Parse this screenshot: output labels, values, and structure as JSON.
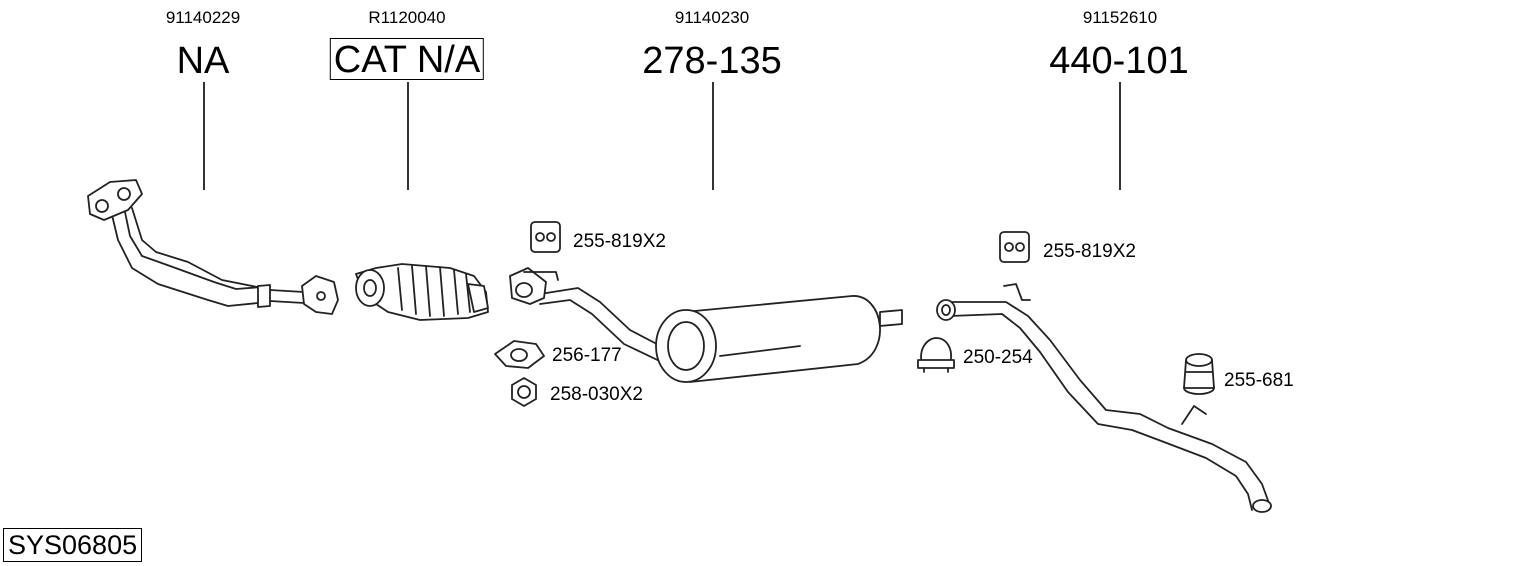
{
  "parts": [
    {
      "oem": "91140229",
      "code": "NA",
      "boxed": false
    },
    {
      "oem": "R1120040",
      "code": "CAT N/A",
      "boxed": true
    },
    {
      "oem": "91140230",
      "code": "278-135",
      "boxed": false
    },
    {
      "oem": "91152610",
      "code": "440-101",
      "boxed": false
    }
  ],
  "accessories": [
    {
      "code": "255-819X2",
      "icon": "rubber-hanger-icon"
    },
    {
      "code": "256-177",
      "icon": "gasket-icon"
    },
    {
      "code": "258-030X2",
      "icon": "hex-nut-icon"
    },
    {
      "code": "255-819X2",
      "icon": "rubber-hanger-icon"
    },
    {
      "code": "250-254",
      "icon": "pipe-clamp-icon"
    },
    {
      "code": "255-681",
      "icon": "rubber-mount-icon"
    }
  ],
  "system_id": "SYS06805"
}
